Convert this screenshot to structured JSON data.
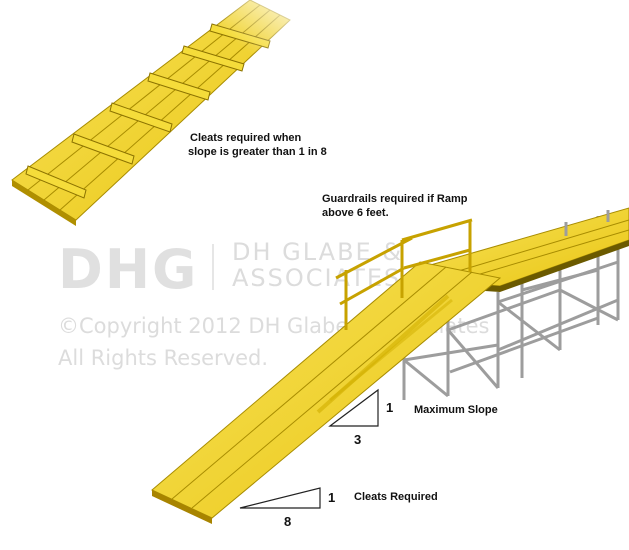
{
  "labels": {
    "cleats_note_line1": "Cleats required when",
    "cleats_note_line2": "slope is greater than 1 in 8",
    "guardrails_note_line1": "Guardrails required if Ramp",
    "guardrails_note_line2": "above 6 feet.",
    "max_slope": "Maximum Slope",
    "cleats_required": "Cleats Required"
  },
  "slope_triangles": {
    "max_slope": {
      "rise": "1",
      "run": "3"
    },
    "cleats": {
      "rise": "1",
      "run": "8"
    }
  },
  "watermark": {
    "logo": "DHG",
    "company_line1": "DH GLABE &",
    "company_line2": "ASSOCIATES",
    "copyright": "©Copyright 2012 DH Glabe & Associates",
    "rights": "All Rights Reserved."
  },
  "colors": {
    "plank": "#f2d21e",
    "plank_light": "#f7e560",
    "plank_dark": "#b89a00",
    "metal": "#9a9a9a",
    "rail": "#c9a400"
  }
}
